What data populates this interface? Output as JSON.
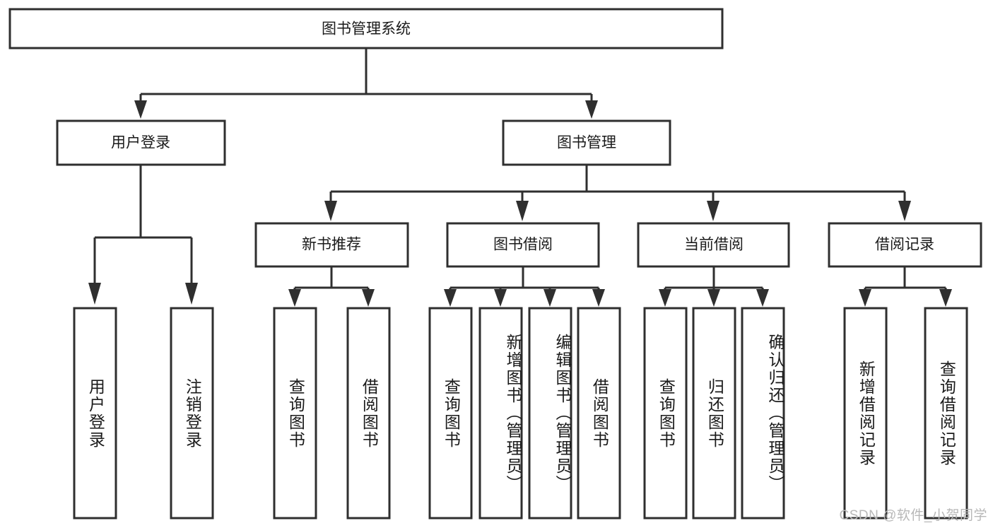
{
  "diagram": {
    "type": "tree",
    "title": "图书管理系统",
    "root": {
      "id": "root",
      "label": "图书管理系统"
    },
    "level2": [
      {
        "id": "user-login",
        "label": "用户登录"
      },
      {
        "id": "book-manage",
        "label": "图书管理"
      }
    ],
    "level3": [
      {
        "id": "new-book-recommend",
        "label": "新书推荐",
        "parent": "book-manage"
      },
      {
        "id": "book-borrow",
        "label": "图书借阅",
        "parent": "book-manage"
      },
      {
        "id": "current-borrow",
        "label": "当前借阅",
        "parent": "book-manage"
      },
      {
        "id": "borrow-record",
        "label": "借阅记录",
        "parent": "book-manage"
      }
    ],
    "leaves": [
      {
        "id": "leaf-user-login",
        "label": "用户登录",
        "parent": "user-login"
      },
      {
        "id": "leaf-logout-login",
        "label": "注销登录",
        "parent": "user-login"
      },
      {
        "id": "leaf-query-book-1",
        "label": "查询图书",
        "parent": "new-book-recommend"
      },
      {
        "id": "leaf-borrow-book-1",
        "label": "借阅图书",
        "parent": "new-book-recommend"
      },
      {
        "id": "leaf-query-book-2",
        "label": "查询图书",
        "parent": "book-borrow"
      },
      {
        "id": "leaf-add-book",
        "label": "新增图书（管理员）",
        "parent": "book-borrow"
      },
      {
        "id": "leaf-edit-book",
        "label": "编辑图书（管理员）",
        "parent": "book-borrow"
      },
      {
        "id": "leaf-borrow-book-2",
        "label": "借阅图书",
        "parent": "book-borrow"
      },
      {
        "id": "leaf-query-book-3",
        "label": "查询图书",
        "parent": "current-borrow"
      },
      {
        "id": "leaf-return-book",
        "label": "归还图书",
        "parent": "current-borrow"
      },
      {
        "id": "leaf-confirm-return",
        "label": "确认归还（管理员）",
        "parent": "current-borrow"
      },
      {
        "id": "leaf-add-record",
        "label": "新增借阅记录",
        "parent": "borrow-record"
      },
      {
        "id": "leaf-query-record",
        "label": "查询借阅记录",
        "parent": "borrow-record"
      }
    ],
    "colors": {
      "stroke": "#2f2f2f",
      "fill": "#ffffff",
      "text": "#1a1a1a",
      "watermark": "#b8b8b8"
    }
  },
  "watermark": {
    "text": "CSDN @软件_小贺同学"
  }
}
